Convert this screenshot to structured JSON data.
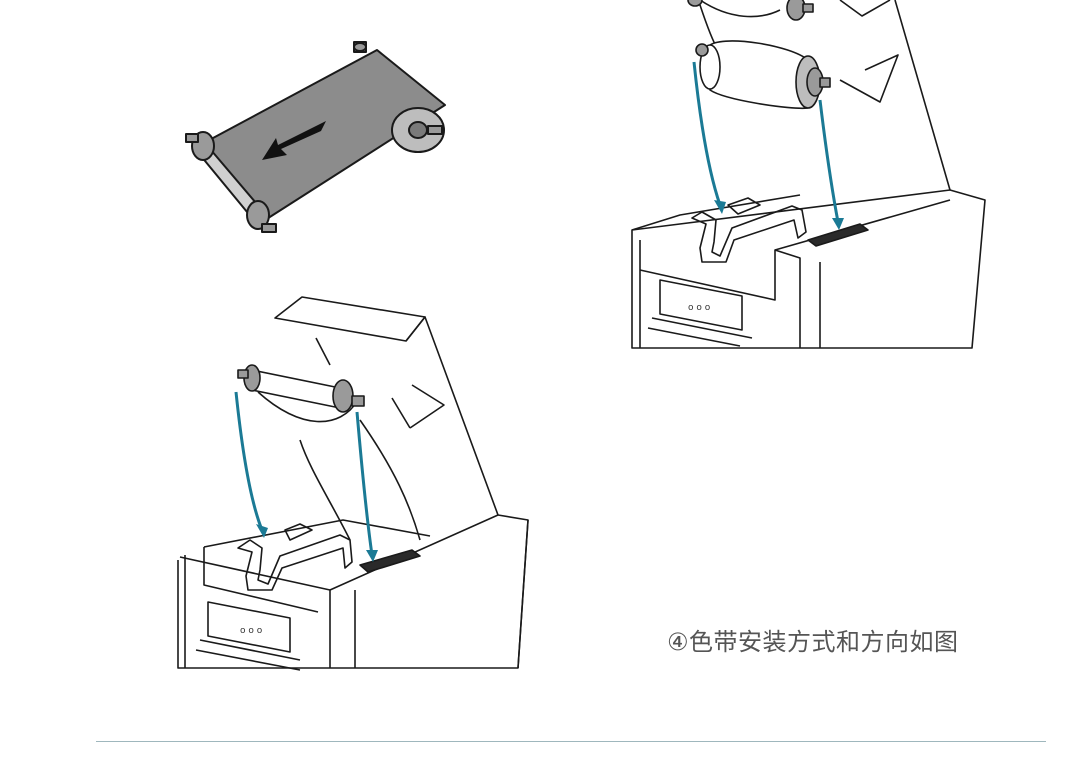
{
  "caption": "④色带安装方式和方向如图",
  "colors": {
    "line": "#1a1a1a",
    "guide_arrow": "#1b7a95",
    "ribbon_fill": "#8c8c8c",
    "core_fill": "#bdbdbd",
    "rule": "#9fb7bd",
    "caption_text": "#555555"
  },
  "panel_labels": {
    "printer_left": "o o o",
    "printer_right": "o o o"
  }
}
